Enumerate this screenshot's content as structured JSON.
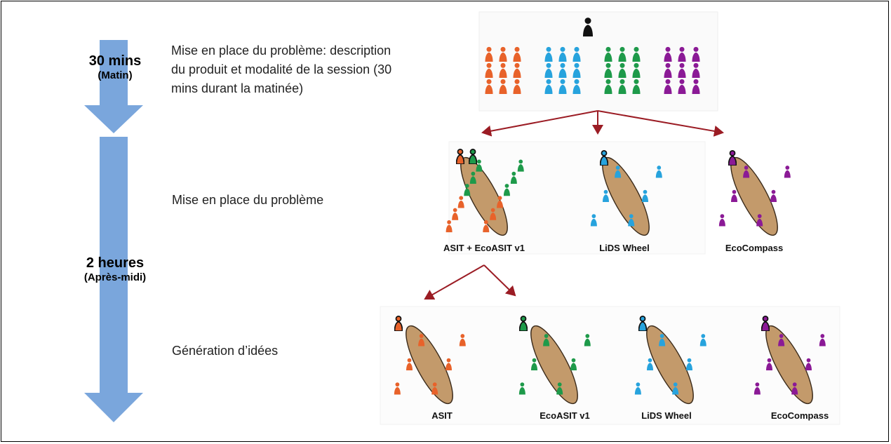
{
  "timeline": {
    "phase1_duration": "30 mins",
    "phase1_period": "(Matin)",
    "phase2_duration": "2 heures",
    "phase2_period": "(Après-midi)",
    "arrow_color": "#7aa6dc"
  },
  "steps": {
    "step1_line1": "Mise en place du problème: description",
    "step1_line2": "du produit et modalité de la session (30",
    "step1_line3": "mins durant la matinée)",
    "step2": "Mise en place du problème",
    "step3": "Génération d’idées"
  },
  "groups_level2": {
    "g1": "ASIT + EcoASIT v1",
    "g2": "LiDS Wheel",
    "g3": "EcoCompass"
  },
  "groups_level3": {
    "g1": "ASIT",
    "g2": "EcoASIT v1",
    "g3": "LiDS Wheel",
    "g4": "EcoCompass"
  },
  "colors": {
    "orange": "#e8622a",
    "blue": "#27a3dd",
    "green": "#1e9a4a",
    "purple": "#8b1a96",
    "table": "#c39a6b",
    "facilitator": "#111111",
    "connector": "#9b1c24"
  }
}
